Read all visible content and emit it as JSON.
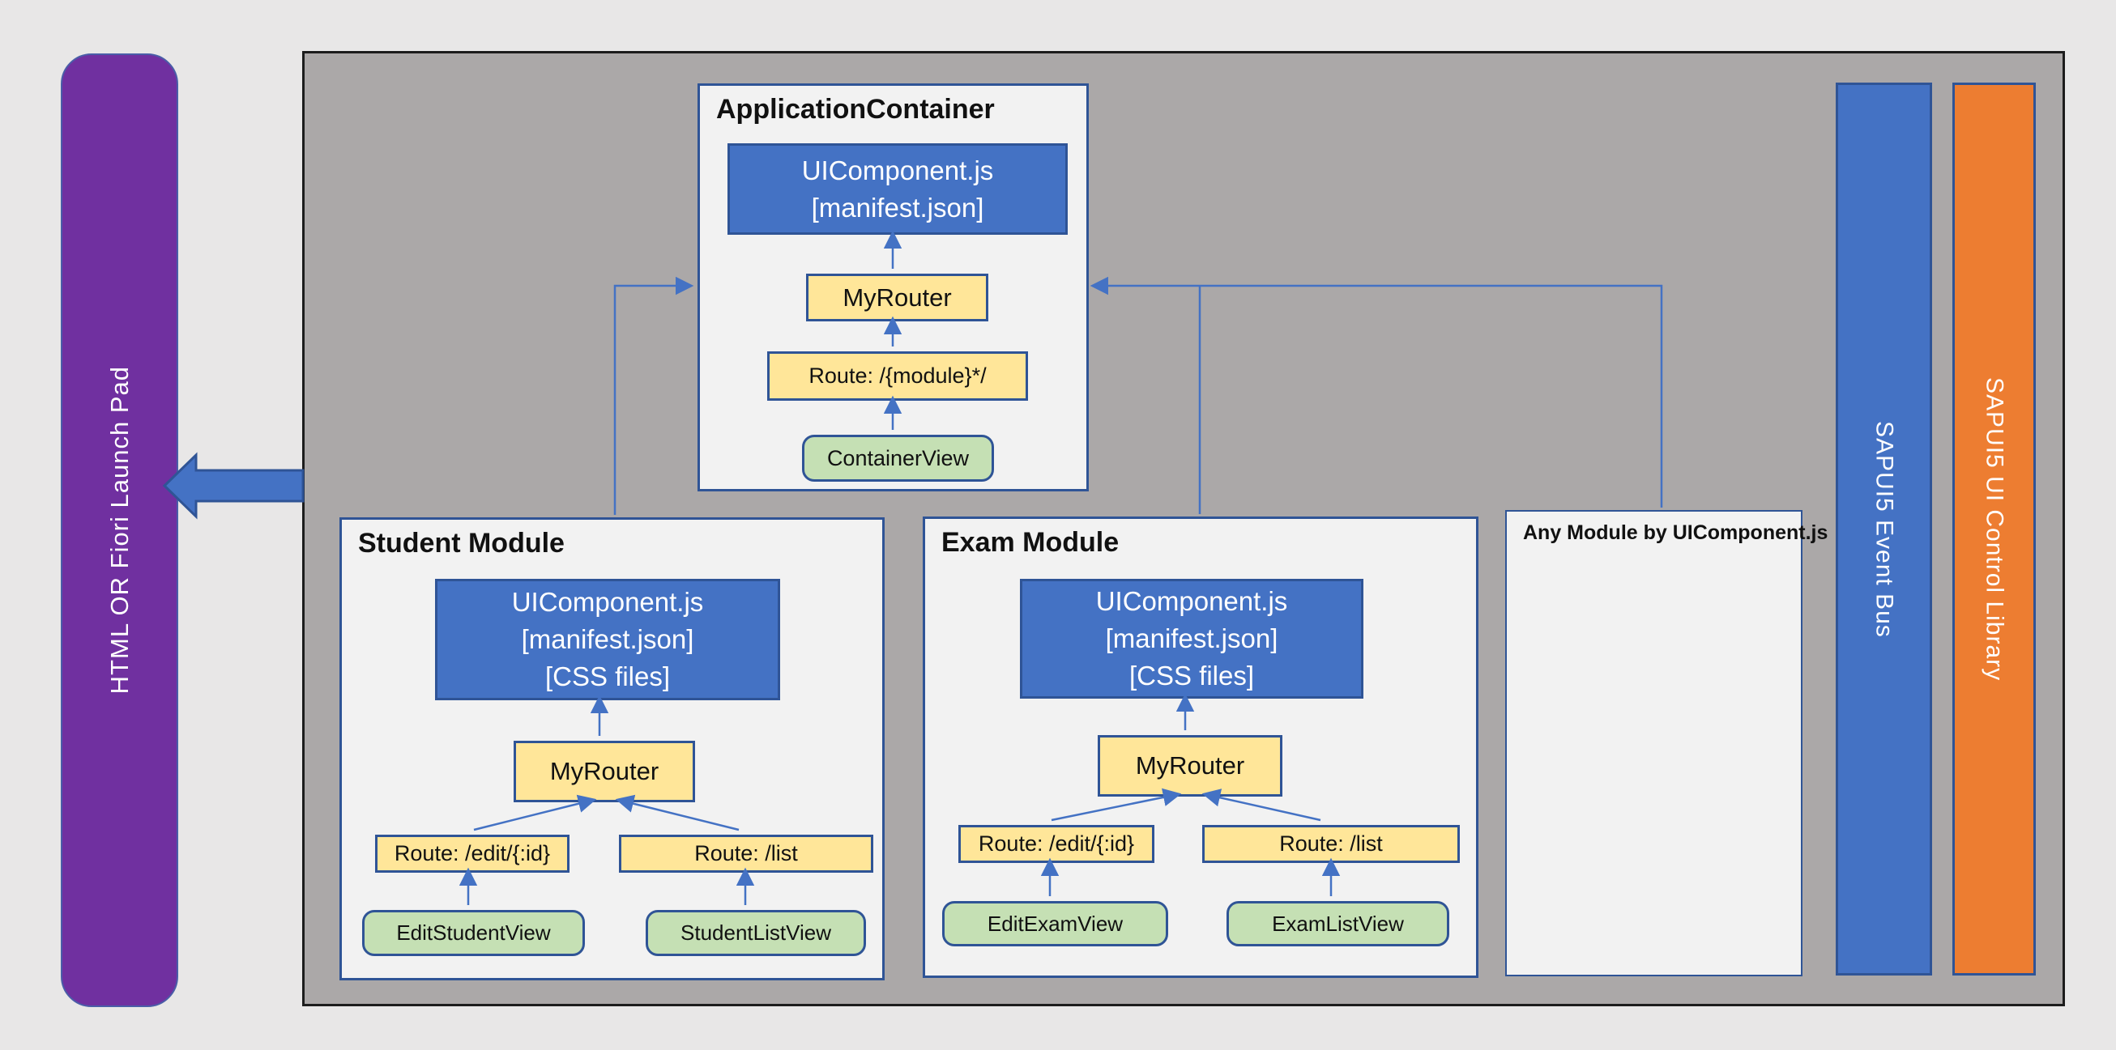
{
  "launchpad": {
    "label": "HTML OR Fiori Launch Pad"
  },
  "application_container": {
    "title": "ApplicationContainer",
    "component": {
      "line1": "UIComponent.js",
      "line2": "[manifest.json]"
    },
    "router": "MyRouter",
    "route": "Route: /{module}*/",
    "view": "ContainerView"
  },
  "student_module": {
    "title": "Student Module",
    "component": {
      "line1": "UIComponent.js",
      "line2": "[manifest.json]",
      "line3": "[CSS files]"
    },
    "router": "MyRouter",
    "route_edit": "Route: /edit/{:id}",
    "route_list": "Route: /list",
    "view_edit": "EditStudentView",
    "view_list": "StudentListView"
  },
  "exam_module": {
    "title": "Exam Module",
    "component": {
      "line1": "UIComponent.js",
      "line2": "[manifest.json]",
      "line3": "[CSS files]"
    },
    "router": "MyRouter",
    "route_edit": "Route: /edit/{:id}",
    "route_list": "Route: /list",
    "view_edit": "EditExamView",
    "view_list": "ExamListView"
  },
  "any_module": {
    "title": "Any Module by UIComponent.js"
  },
  "sidebars": {
    "event_bus": "SAPUI5 Event Bus",
    "control_library": "SAPUI5 UI Control Library"
  },
  "colors": {
    "page_bg": "#E8E7E7",
    "outer_panel_gray": "#ABA8A8",
    "panel_fill": "#F2F2F2",
    "primary_blue": "#4472C4",
    "border_navy": "#2F5496",
    "yellow_fill": "#FFE699",
    "green_fill": "#C5E0B4",
    "purple_fill": "#7030A0",
    "orange_fill": "#ED7D31"
  }
}
